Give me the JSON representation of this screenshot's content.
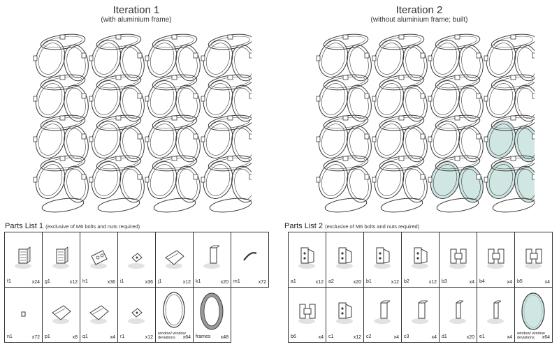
{
  "iteration1": {
    "title": "Iteration 1",
    "subtitle": "(with aluminium frame)"
  },
  "iteration2": {
    "title": "Iteration 2",
    "subtitle": "(without aluminium frame; built)"
  },
  "parts1": {
    "title": "Parts List 1",
    "note": "(exclusive of M6 bolts and nuts required)",
    "items": [
      {
        "id": "f1",
        "qty": "x24"
      },
      {
        "id": "g1",
        "qty": "x12"
      },
      {
        "id": "h1",
        "qty": "x36"
      },
      {
        "id": "i1",
        "qty": "x36"
      },
      {
        "id": "j1",
        "qty": "x12"
      },
      {
        "id": "k1",
        "qty": "x20"
      },
      {
        "id": "m1",
        "qty": "x72"
      },
      {
        "id": "n1",
        "qty": "x72"
      },
      {
        "id": "p1",
        "qty": "x8"
      },
      {
        "id": "q1",
        "qty": "x4"
      },
      {
        "id": "r1",
        "qty": "x12"
      },
      {
        "id": "window/ window deviations",
        "qty": "x64"
      },
      {
        "id": "frames",
        "qty": "x48"
      }
    ]
  },
  "parts2": {
    "title": "Parts List 2",
    "note": "(exclusive of M6 bolts and nuts required)",
    "items": [
      {
        "id": "a1",
        "qty": "x12"
      },
      {
        "id": "a2",
        "qty": "x20"
      },
      {
        "id": "b1",
        "qty": "x12"
      },
      {
        "id": "b2",
        "qty": "x12"
      },
      {
        "id": "b3",
        "qty": "x4"
      },
      {
        "id": "b4",
        "qty": "x4"
      },
      {
        "id": "b5",
        "qty": "x4"
      },
      {
        "id": "b6",
        "qty": "x4"
      },
      {
        "id": "c1",
        "qty": "x12"
      },
      {
        "id": "c2",
        "qty": "x4"
      },
      {
        "id": "c3",
        "qty": "x4"
      },
      {
        "id": "d1",
        "qty": "x20"
      },
      {
        "id": "e1",
        "qty": "x4"
      },
      {
        "id": "window/ window deviations",
        "qty": "x64"
      }
    ]
  },
  "colors": {
    "line": "#3a3a3a",
    "glass": "#cfe6e3",
    "glass_stroke": "#9fc3bf",
    "frame": "#9a9a9a"
  },
  "icons": [
    "bracket-part-icon",
    "window-ring-icon",
    "frame-ring-icon"
  ]
}
